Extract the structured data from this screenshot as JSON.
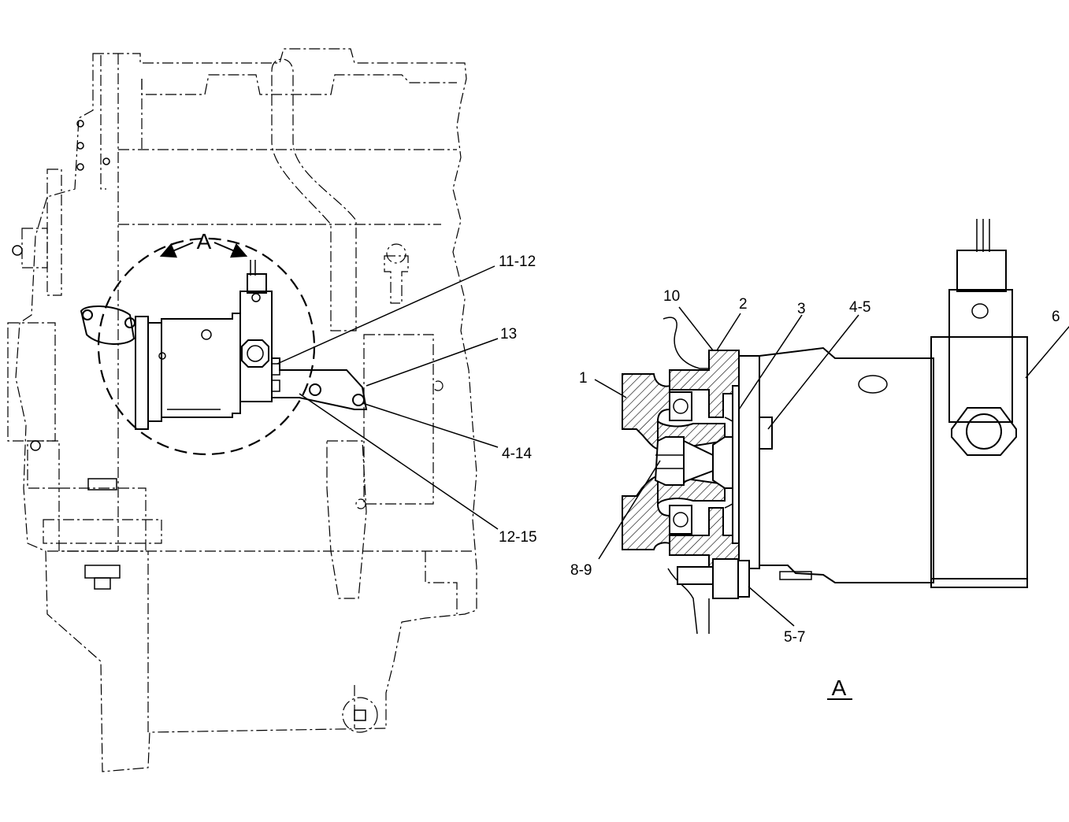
{
  "labels": {
    "view_marker": "A",
    "view_title": "A",
    "callouts": {
      "c11_12": "11-12",
      "c13": "13",
      "c4_14": "4-14",
      "c12_15": "12-15",
      "c10": "10",
      "c2": "2",
      "c3": "3",
      "c4_5": "4-5",
      "c6": "6",
      "c1": "1",
      "c8_9": "8-9",
      "c5_7": "5-7"
    }
  }
}
